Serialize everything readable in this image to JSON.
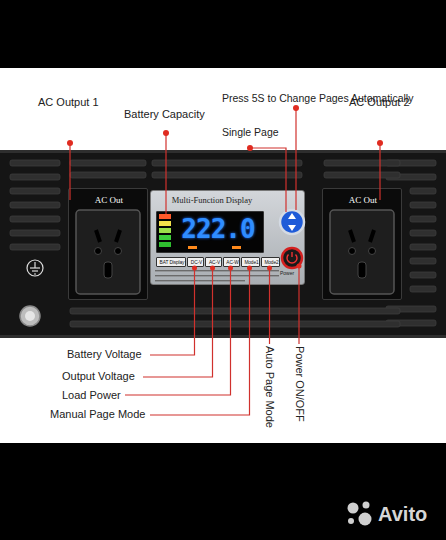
{
  "diagram": {
    "nodes": [
      {
        "text": [
          "AC Out"
        ]
      },
      {
        "text": [
          "Multi-Function Display"
        ]
      },
      {
        "text": [
          "222.0"
        ],
        "in": 1
      },
      {
        "text": [
          "BAT Display"
        ],
        "in": 1
      },
      {
        "text": [
          "DC-V"
        ],
        "in": 1
      },
      {
        "text": [
          "AC-V"
        ],
        "in": 1
      },
      {
        "text": [
          "AC-W"
        ],
        "in": 1
      },
      {
        "text": [
          "Mode1"
        ],
        "in": 1
      },
      {
        "text": [
          "Mode2"
        ],
        "in": 1
      },
      {
        "text": [
          "AC Out"
        ]
      }
    ],
    "labels": [
      "Press 5S to Change Pages Automatically",
      "AC Output 1",
      "Battery Capacity",
      "AC Output 2",
      "Single Page",
      "Power",
      "Battery Voltage",
      "Output Voltage",
      "Load Power",
      "Manual Page Mode",
      "Auto Page Mode",
      "Power ON/OFF",
      "Avito"
    ]
  }
}
